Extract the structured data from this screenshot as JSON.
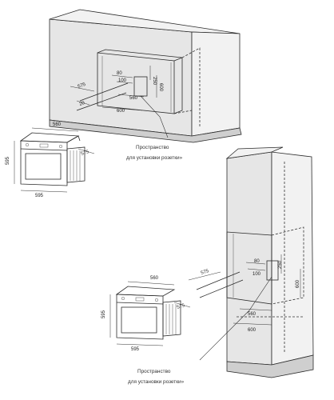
{
  "top_cabinet": {
    "dims": {
      "d575": "575",
      "d80": "80",
      "d100": "100",
      "d250": "250",
      "d600": "600",
      "d560": "560",
      "d20": "20",
      "d600b": "600"
    }
  },
  "oven_left": {
    "dims": {
      "w560": "560",
      "h595": "595",
      "d575": "575",
      "w595": "595"
    }
  },
  "tall_cabinet": {
    "dims": {
      "d575": "575",
      "d80": "80",
      "d100": "100",
      "d250": "250",
      "d600": "600",
      "d560": "560",
      "d600b": "600"
    }
  },
  "oven_right": {
    "dims": {
      "w560": "560",
      "h595": "595",
      "d575": "575",
      "w595": "595"
    }
  },
  "captions": {
    "socket_top_line1": "Пространство",
    "socket_top_line2": "для установки розетки»",
    "socket_bottom_line1": "Пространство",
    "socket_bottom_line2": "для установки розетки»"
  }
}
